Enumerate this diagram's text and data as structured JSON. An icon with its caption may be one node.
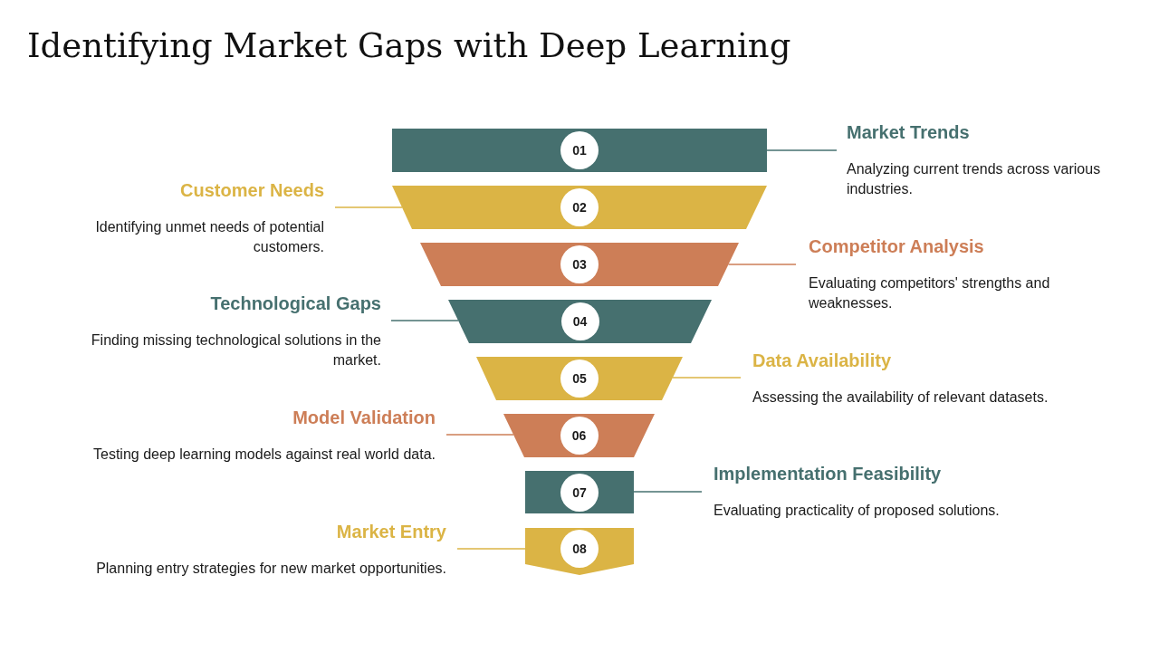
{
  "diagram": {
    "title": "Identifying Market Gaps with Deep Learning",
    "nodes": [
      {
        "text": [
          "01"
        ]
      },
      {
        "text": [
          "Market Trends",
          "Analyzing current trends across various industries."
        ]
      },
      {
        "text": [
          "02"
        ]
      },
      {
        "text": [
          "Customer Needs",
          "Identifying unmet needs of potential customers."
        ]
      },
      {
        "text": [
          "03"
        ]
      },
      {
        "text": [
          "Competitor Analysis",
          "Evaluating competitors' strengths and weaknesses."
        ]
      },
      {
        "text": [
          "04"
        ]
      },
      {
        "text": [
          "Technological Gaps",
          "Finding missing technological solutions in the market."
        ]
      },
      {
        "text": [
          "05"
        ]
      },
      {
        "text": [
          "Data Availability",
          "Assessing the availability of relevant datasets."
        ]
      },
      {
        "text": [
          "06"
        ]
      },
      {
        "text": [
          "Model Validation",
          "Testing deep learning models against real world data."
        ]
      },
      {
        "text": [
          "07"
        ]
      },
      {
        "text": [
          "Implementation Feasibility",
          "Evaluating practicality of proposed solutions."
        ]
      },
      {
        "text": [
          "08"
        ]
      },
      {
        "text": [
          "Market Entry",
          "Planning entry strategies for new market opportunities."
        ]
      }
    ],
    "edges": [
      {
        "from": 1,
        "to": 0,
        "arrow": "none",
        "color": "#46706f"
      },
      {
        "from": 3,
        "to": 2,
        "arrow": "none",
        "color": "#dbb445"
      },
      {
        "from": 5,
        "to": 4,
        "arrow": "none",
        "color": "#cd7e57"
      },
      {
        "from": 7,
        "to": 6,
        "arrow": "none",
        "color": "#46706f"
      },
      {
        "from": 9,
        "to": 8,
        "arrow": "none",
        "color": "#dbb445"
      },
      {
        "from": 11,
        "to": 10,
        "arrow": "none",
        "color": "#cd7e57"
      },
      {
        "from": 13,
        "to": 12,
        "arrow": "none",
        "color": "#46706f"
      },
      {
        "from": 15,
        "to": 14,
        "arrow": "none",
        "color": "#dbb445"
      }
    ]
  }
}
